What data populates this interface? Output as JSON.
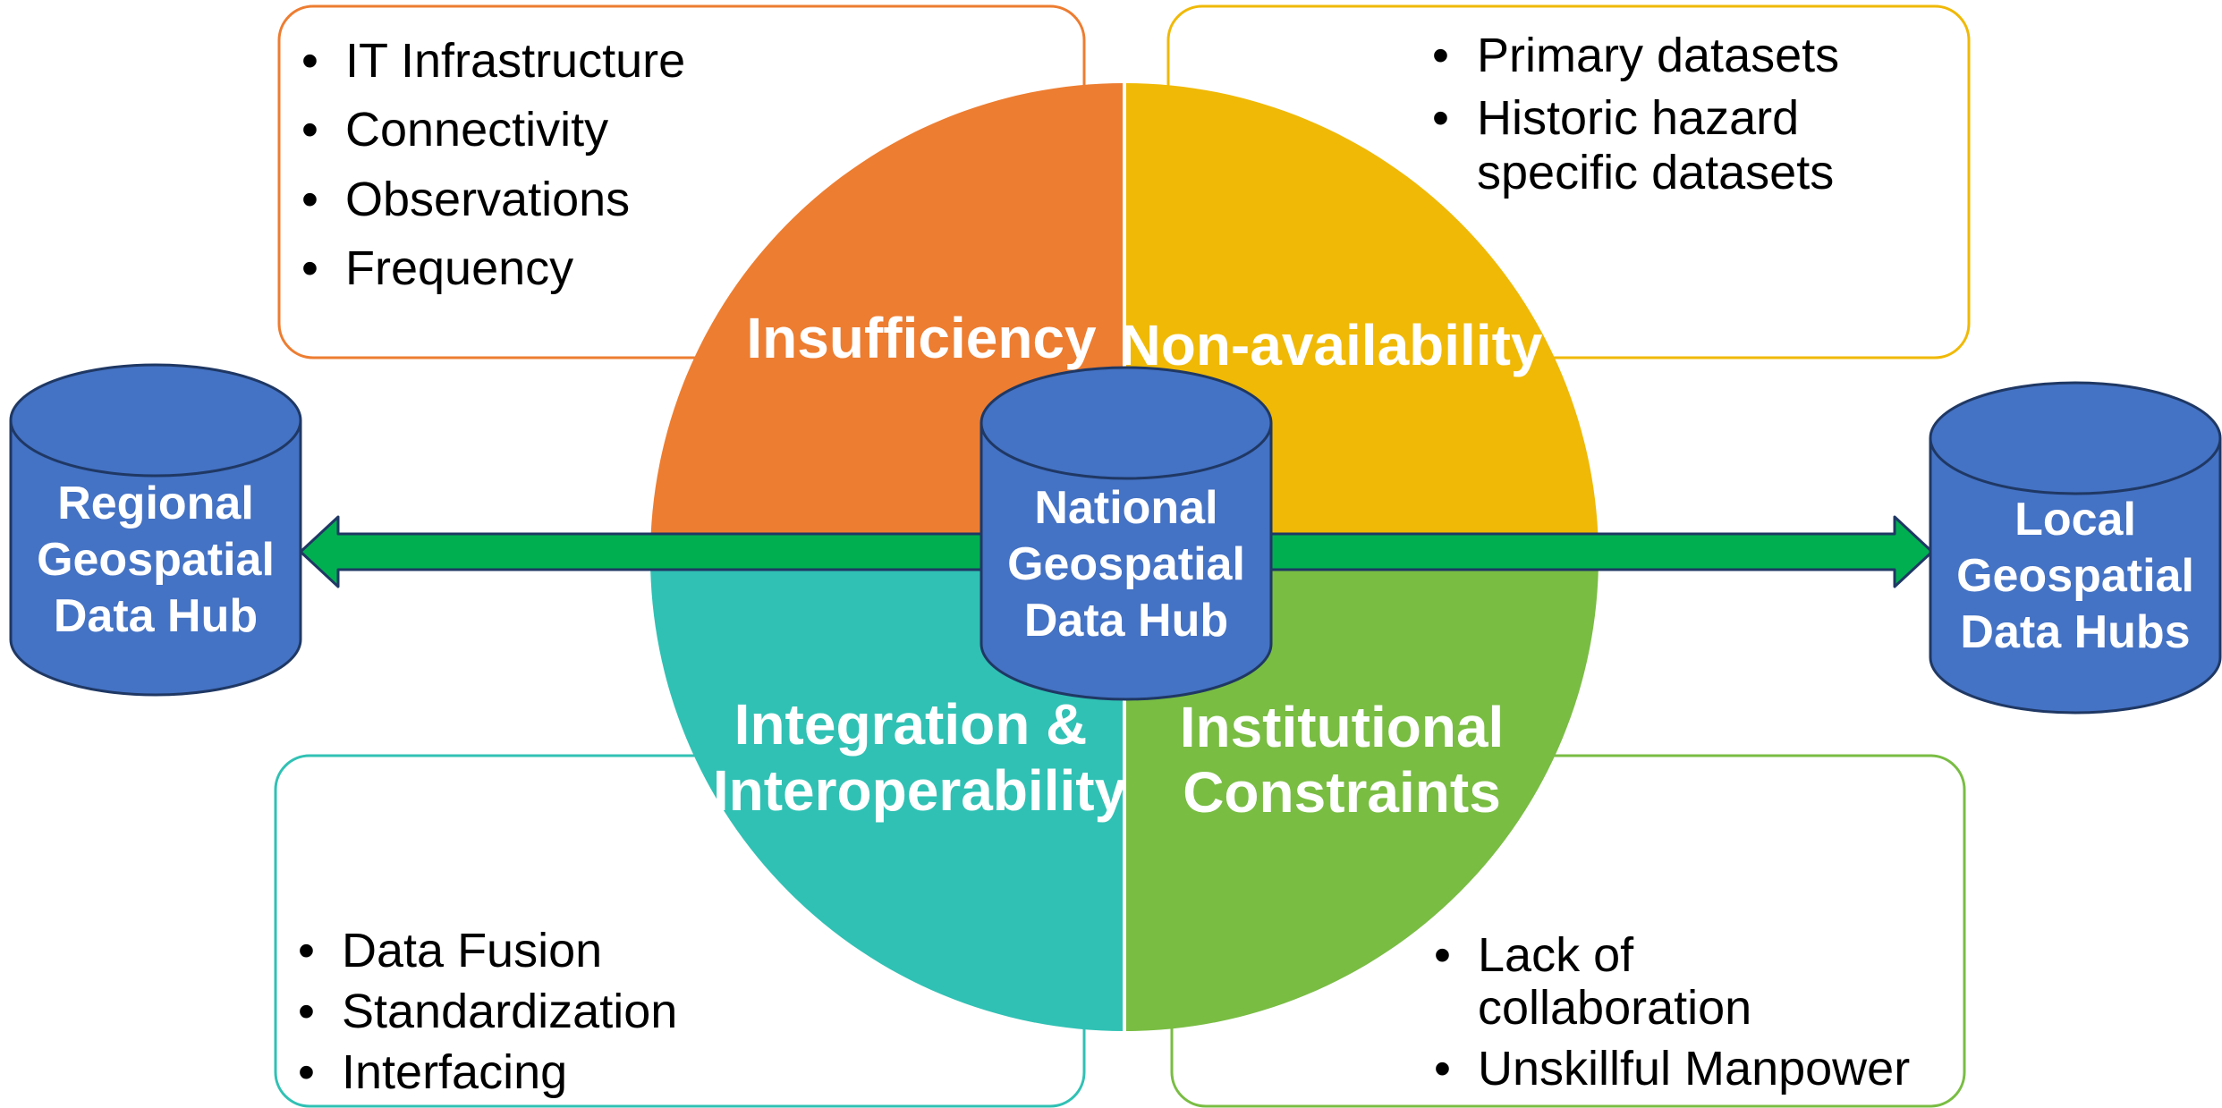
{
  "colors": {
    "insufficiency": "#ED7D31",
    "non_availability": "#F0B906",
    "integration": "#30C1B4",
    "institutional": "#79BD43",
    "cylinder_fill": "#4472C4",
    "cylinder_stroke": "#1F3864",
    "arrow_fill": "#00B050",
    "arrow_stroke": "#1F3864",
    "quadrant_divider": "#ffffff",
    "box_insufficiency_border": "#ED7D31",
    "box_non_availability_border": "#F0B906",
    "box_integration_border": "#30C1B4",
    "box_institutional_border": "#79BD43",
    "text_dark": "#000000",
    "text_light": "#ffffff"
  },
  "quadrants": {
    "insufficiency": {
      "title": "Insufficiency"
    },
    "non_availability": {
      "title": "Non-availability"
    },
    "integration": {
      "title_lines": [
        "Integration &",
        "Interoperability"
      ]
    },
    "institutional": {
      "title_lines": [
        "Institutional",
        "Constraints"
      ]
    }
  },
  "boxes": {
    "insufficiency": {
      "bullets": [
        "IT Infrastructure",
        "Connectivity",
        "Observations",
        "Frequency"
      ]
    },
    "non_availability": {
      "bullets": [
        {
          "lines": [
            "Primary datasets"
          ]
        },
        {
          "lines": [
            "Historic hazard",
            "specific datasets"
          ]
        }
      ]
    },
    "integration": {
      "bullets": [
        "Data Fusion",
        "Standardization",
        "Interfacing"
      ]
    },
    "institutional": {
      "bullets": [
        {
          "lines": [
            "Lack of",
            "collaboration"
          ]
        },
        {
          "lines": [
            "Unskillful Manpower"
          ]
        }
      ]
    }
  },
  "hubs": {
    "national": {
      "lines": [
        "National",
        "Geospatial",
        "Data Hub"
      ],
      "icon": "database-cylinder-icon"
    },
    "regional": {
      "lines": [
        "Regional",
        "Geospatial",
        "Data Hub"
      ],
      "icon": "database-cylinder-icon"
    },
    "local": {
      "lines": [
        "Local",
        "Geospatial",
        "Data Hubs"
      ],
      "icon": "database-cylinder-icon"
    }
  },
  "arrows": {
    "to_regional": {
      "icon": "arrow-left-icon"
    },
    "to_local": {
      "icon": "arrow-right-icon"
    }
  },
  "bullet_glyph": "•"
}
